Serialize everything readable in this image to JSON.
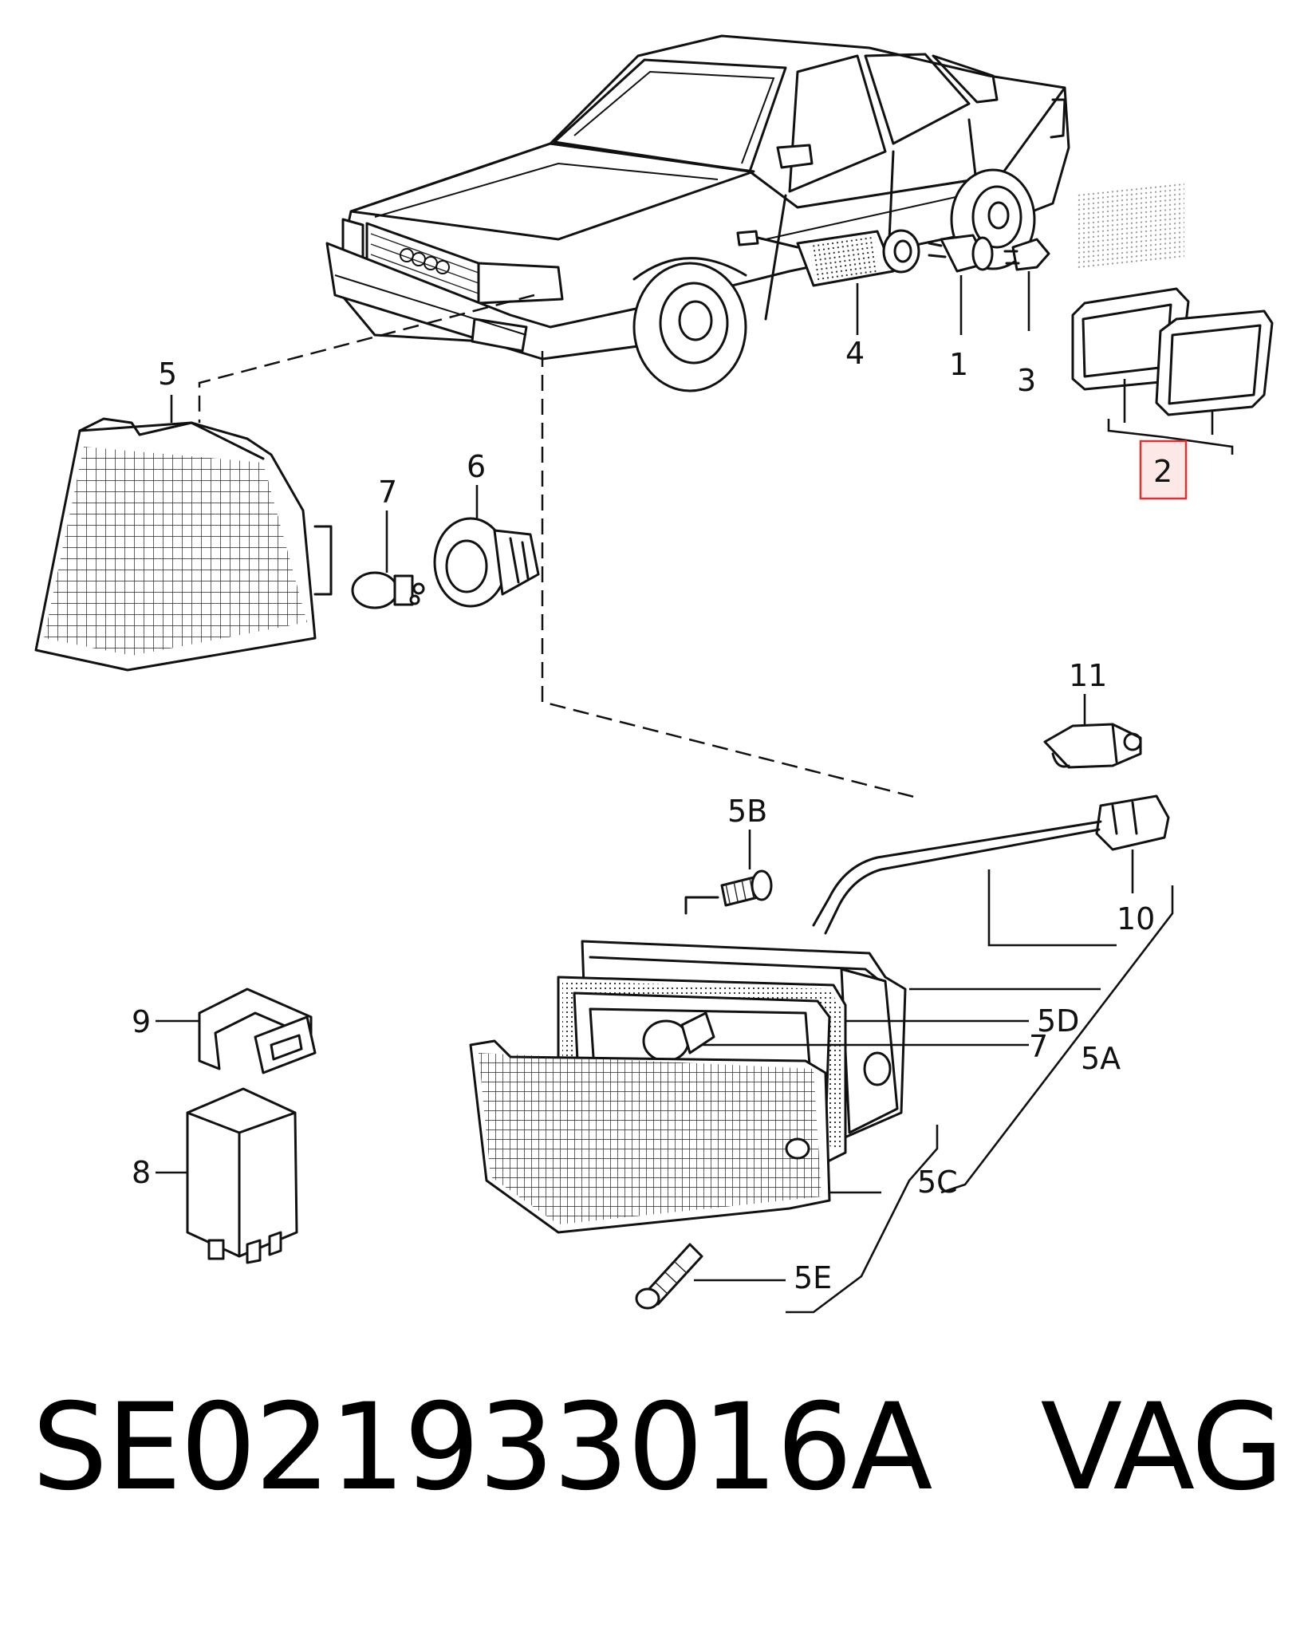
{
  "labels": {
    "l1": "1",
    "l2": "2",
    "l3": "3",
    "l4": "4",
    "l5": "5",
    "l6": "6",
    "l7_top": "7",
    "l7_bottom": "7",
    "l8": "8",
    "l9": "9",
    "l10": "10",
    "l11": "11",
    "l5A": "5A",
    "l5B": "5B",
    "l5C": "5C",
    "l5D": "5D",
    "l5E": "5E"
  },
  "highlight": {
    "label": "2",
    "color": "#e03030"
  },
  "footer": {
    "part_code": "SE021933016A",
    "brand": "VAG"
  }
}
